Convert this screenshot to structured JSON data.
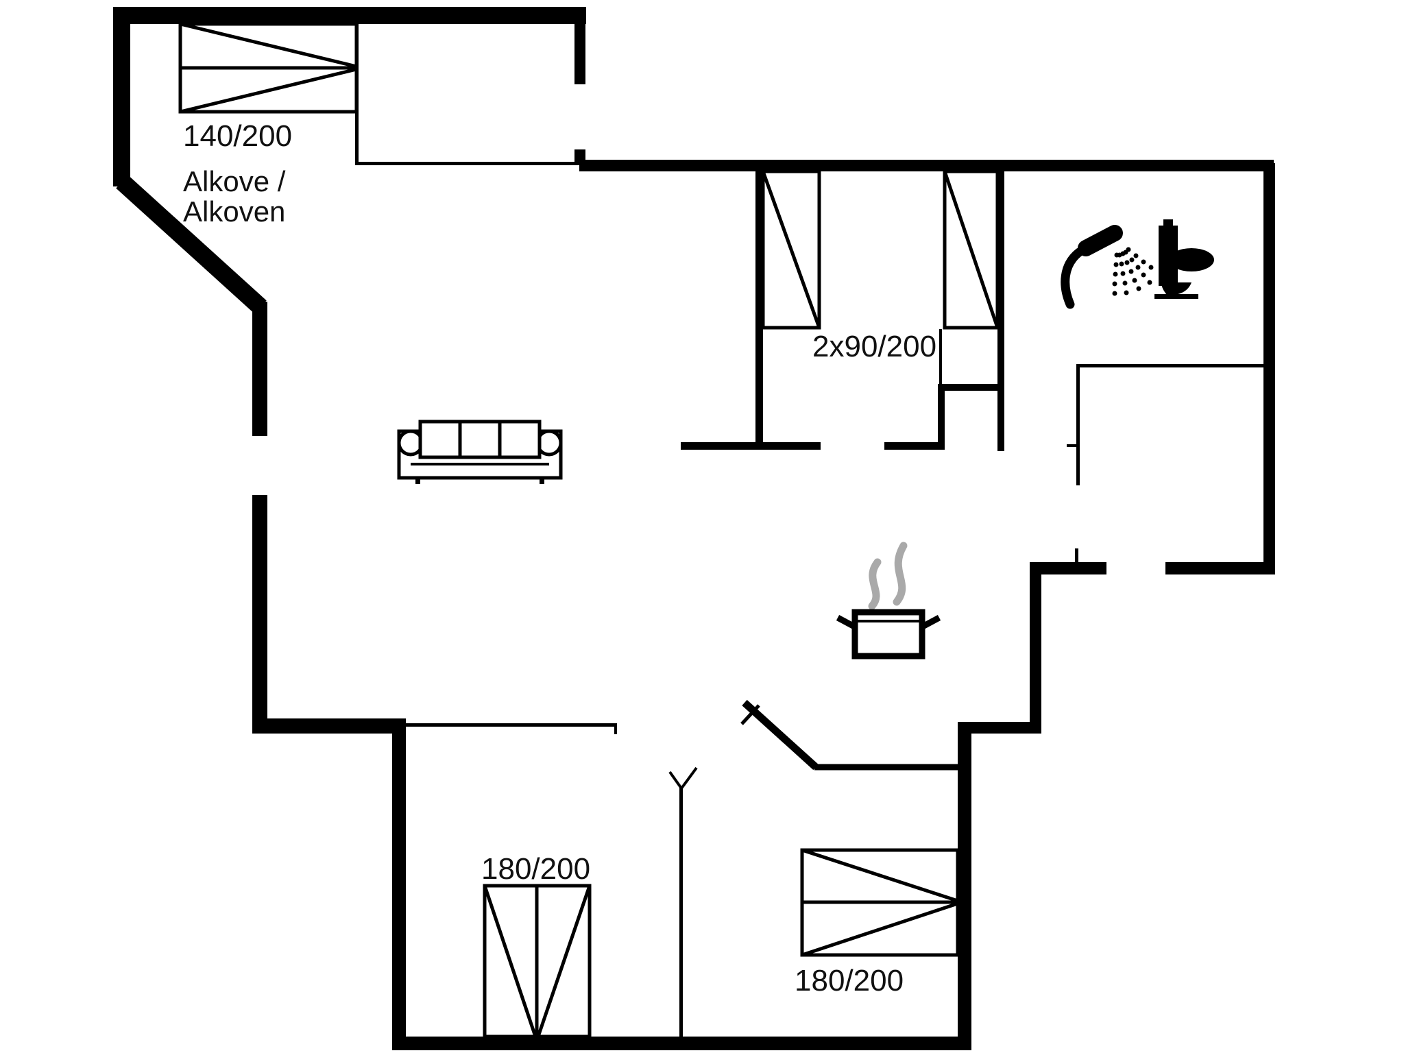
{
  "page": {
    "background": "#ffffff",
    "line_color": "#000000",
    "steam_color": "#a9a9a9",
    "text_color": "#111111"
  },
  "labels": {
    "alcove_bed_size": "140/200",
    "alcove_name_line1": "Alkove /",
    "alcove_name_line2": "Alkoven",
    "twin_beds_size": "2x90/200",
    "southwest_bed_size": "180/200",
    "southeast_bed_size": "180/200"
  },
  "icons": [
    {
      "name": "shower-icon"
    },
    {
      "name": "toilet-icon"
    },
    {
      "name": "cooking-pot-icon"
    },
    {
      "name": "steam-icon"
    }
  ]
}
